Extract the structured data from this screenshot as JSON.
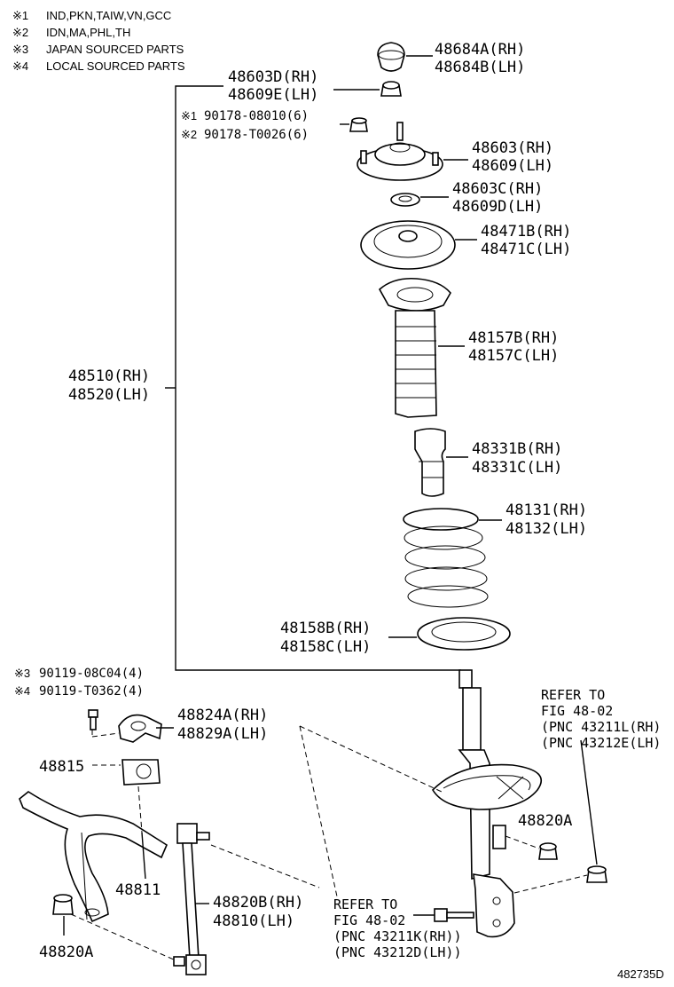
{
  "notes": [
    {
      "mark": "※1",
      "text": "IND,PKN,TAIW,VN,GCC"
    },
    {
      "mark": "※2",
      "text": "IDN,MA,PHL,TH"
    },
    {
      "mark": "※3",
      "text": "JAPAN SOURCED PARTS"
    },
    {
      "mark": "※4",
      "text": "LOCAL SOURCED PARTS"
    }
  ],
  "parts": {
    "cap": {
      "rh": "48684A(RH)",
      "lh": "48684B(LH)"
    },
    "nut_kit": {
      "rh": "48603D(RH)",
      "lh": "48609E(LH)"
    },
    "bolt_1": "90178-08010(6)",
    "bolt_2": "90178-T0026(6)",
    "bolt_1_mark": "※1",
    "bolt_2_mark": "※2",
    "support": {
      "rh": "48603(RH)",
      "lh": "48609(LH)"
    },
    "bearing": {
      "rh": "48603C(RH)",
      "lh": "48609D(LH)"
    },
    "upper_seat": {
      "rh": "48471B(RH)",
      "lh": "48471C(LH)"
    },
    "boot": {
      "rh": "48157B(RH)",
      "lh": "48157C(LH)"
    },
    "bumper": {
      "rh": "48331B(RH)",
      "lh": "48331C(LH)"
    },
    "spring": {
      "rh": "48131(RH)",
      "lh": "48132(LH)"
    },
    "lower_insulator": {
      "rh": "48158B(RH)",
      "lh": "48158C(LH)"
    },
    "assembly": {
      "rh": "48510(RH)",
      "lh": "48520(LH)"
    },
    "bracket_bolt_3": "90119-08C04(4)",
    "bracket_bolt_4": "90119-T0362(4)",
    "bracket_bolt_3_mark": "※3",
    "bracket_bolt_4_mark": "※4",
    "bracket": {
      "rh": "48824A(RH)",
      "lh": "48829A(LH)"
    },
    "bushing": "48815",
    "stabilizer_bar": "48811",
    "link": {
      "rh": "48820B(RH)",
      "lh": "48810(LH)"
    },
    "nut_right": "48820A",
    "nut_left": "48820A"
  },
  "refs": {
    "upper": {
      "line1": "REFER TO",
      "line2": "FIG 48-02",
      "line3": "(PNC 43211L(RH)",
      "line4": "(PNC 43212E(LH)"
    },
    "lower": {
      "line1": "REFER TO",
      "line2": "FIG 48-02",
      "line3": "(PNC 43211K(RH))",
      "line4": "(PNC 43212D(LH))"
    }
  },
  "drawing_code": "482735D"
}
